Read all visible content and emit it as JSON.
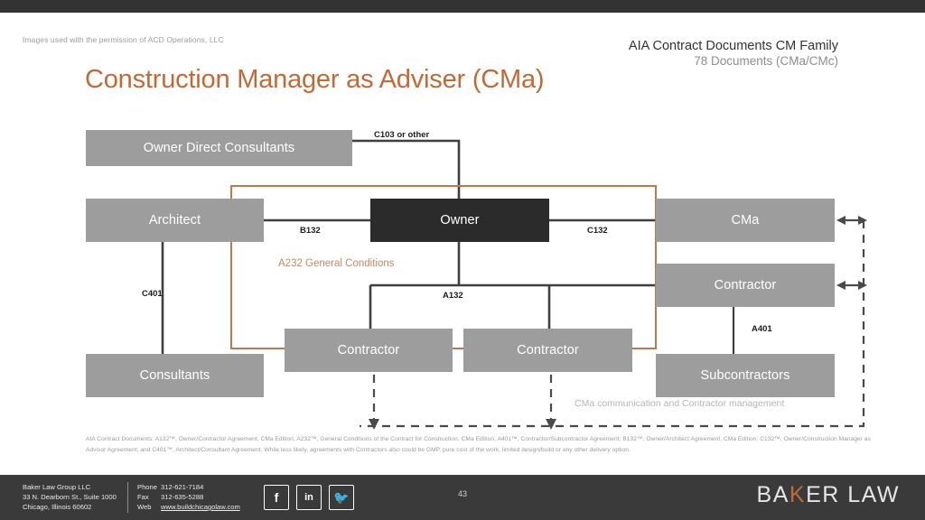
{
  "header": {
    "credit": "Images used with the permission of ACD Operations, LLC",
    "title": "Construction Manager as Adviser (CMa)",
    "right_line1": "AIA Contract Documents CM Family",
    "right_line2": "78 Documents (CMa/CMc)"
  },
  "colors": {
    "accent_orange": "#c16a36",
    "node_grey": "#9d9d9d",
    "node_dark": "#2b2b2b",
    "bar_dark": "#3a3a3a",
    "line_dark": "#3f3f3f",
    "line_orange": "#c1794a"
  },
  "chart_data": {
    "type": "diagram",
    "title": "Construction Manager as Adviser (CMa)",
    "nodes": [
      {
        "id": "owner-direct-consultants",
        "label": "Owner Direct Consultants",
        "style": "grey"
      },
      {
        "id": "architect",
        "label": "Architect",
        "style": "grey"
      },
      {
        "id": "owner",
        "label": "Owner",
        "style": "dark"
      },
      {
        "id": "cma",
        "label": "CMa",
        "style": "grey"
      },
      {
        "id": "contractor-right",
        "label": "Contractor",
        "style": "grey"
      },
      {
        "id": "consultants",
        "label": "Consultants",
        "style": "grey"
      },
      {
        "id": "contractor-1",
        "label": "Contractor",
        "style": "grey"
      },
      {
        "id": "contractor-2",
        "label": "Contractor",
        "style": "grey"
      },
      {
        "id": "subcontractors",
        "label": "Subcontractors",
        "style": "grey"
      }
    ],
    "edge_labels": [
      {
        "id": "c103",
        "text": "C103 or other",
        "from": "owner-direct-consultants",
        "to": "owner"
      },
      {
        "id": "b132",
        "text": "B132",
        "from": "architect",
        "to": "owner"
      },
      {
        "id": "c132",
        "text": "C132",
        "from": "owner",
        "to": "cma"
      },
      {
        "id": "c401",
        "text": "C401",
        "from": "architect",
        "to": "consultants"
      },
      {
        "id": "a132",
        "text": "A132",
        "from": "owner",
        "to": "contractor"
      },
      {
        "id": "a401",
        "text": "A401",
        "from": "contractor-right",
        "to": "subcontractors"
      },
      {
        "id": "a232",
        "text": "A232 General Conditions",
        "style": "orange"
      },
      {
        "id": "cma-comm",
        "text": "CMa communication and  Contractor management",
        "style": "grey-dashed"
      }
    ]
  },
  "footnote": "AIA Contract Documents: A132™, Owner/Contractor Agreement, CMa Edition; A232™, General Conditions of the Contract for Construction, CMa Edition; A401™, Contractor/Subcontractor Agreement; B132™, Owner/Architect Agreement, CMa Edition; C132™, Owner/Construction Manager as Advisor Agreement; and C401™, Architect/Consultant Agreement. While less likely, agreements with Contractors also could be GMP, pure cost of the work, limited design/build or any other delivery option.",
  "footer": {
    "firm_name": "Baker Law Group LLC",
    "address_line1": "33 N. Dearborn St., Suite 1000",
    "address_line2": "Chicago, Illinois 60602",
    "phone_key": "Phone",
    "phone_value": "312-621-7184",
    "fax_key": "Fax",
    "fax_value": "312-635-5288",
    "web_key": "Web",
    "web_value": "www.buildchicagolaw.com",
    "socials": [
      {
        "name": "facebook-icon",
        "glyph": "f"
      },
      {
        "name": "linkedin-icon",
        "glyph": "in"
      },
      {
        "name": "twitter-icon",
        "glyph": "🐦"
      }
    ],
    "page_number": "43",
    "brand_part1": "BA",
    "brand_k": "K",
    "brand_part2": "ER LAW"
  }
}
